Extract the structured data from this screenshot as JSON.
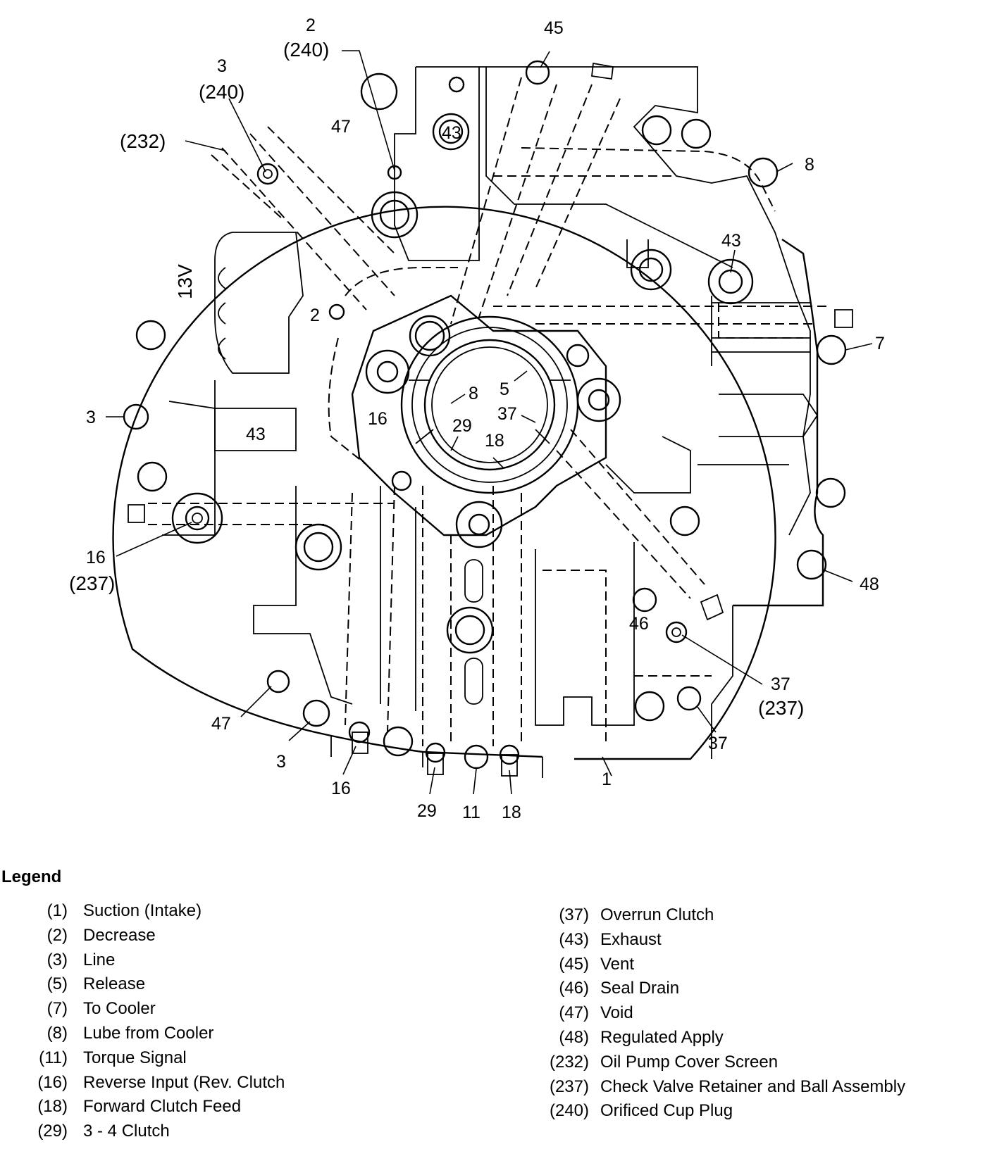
{
  "diagram": {
    "label_13v": "13V",
    "port_labels": {
      "p43_center": "43",
      "p43_right": "43",
      "p43_box": "43",
      "p47_top": "47",
      "p2_inner": "2",
      "p16_inner": "16",
      "p8_hub": "8",
      "p5_hub": "5",
      "p37_hub": "37",
      "p29_hub": "29",
      "p18_hub": "18",
      "p46_inner": "46"
    },
    "callouts": {
      "c2_top": "2",
      "c2_top_sub": "(240)",
      "c3_top": "3",
      "c3_top_sub": "(240)",
      "c232": "(232)",
      "c45": "45",
      "c8": "8",
      "c43": "43",
      "c7": "7",
      "c3_left": "3",
      "c16_left": "16",
      "c16_left_sub": "(237)",
      "c48": "48",
      "c37_right": "37",
      "c37_right_sub": "(237)",
      "c37_bottom": "37",
      "c47_bottom": "47",
      "c3_bottom": "3",
      "c16_bottom": "16",
      "c29_bottom": "29",
      "c11_bottom": "11",
      "c18_bottom": "18",
      "c1_bottom": "1"
    }
  },
  "legend": {
    "title": "Legend",
    "left": [
      {
        "code": "(1)",
        "text": "Suction (Intake)"
      },
      {
        "code": "(2)",
        "text": "Decrease"
      },
      {
        "code": "(3)",
        "text": "Line"
      },
      {
        "code": "(5)",
        "text": "Release"
      },
      {
        "code": "(7)",
        "text": "To Cooler"
      },
      {
        "code": "(8)",
        "text": "Lube from Cooler"
      },
      {
        "code": "(11)",
        "text": "Torque Signal"
      },
      {
        "code": "(16)",
        "text": "Reverse Input (Rev. Clutch"
      },
      {
        "code": "(18)",
        "text": "Forward Clutch Feed"
      },
      {
        "code": "(29)",
        "text": "3 - 4 Clutch"
      }
    ],
    "right": [
      {
        "code": "(37)",
        "text": "Overrun Clutch"
      },
      {
        "code": "(43)",
        "text": "Exhaust"
      },
      {
        "code": "(45)",
        "text": "Vent"
      },
      {
        "code": "(46)",
        "text": "Seal Drain"
      },
      {
        "code": "(47)",
        "text": "Void"
      },
      {
        "code": "(48)",
        "text": "Regulated Apply"
      },
      {
        "code": "(232)",
        "text": "Oil Pump Cover Screen"
      },
      {
        "code": "(237)",
        "text": "Check Valve Retainer and Ball Assembly"
      },
      {
        "code": "(240)",
        "text": "Orificed Cup Plug"
      }
    ]
  }
}
